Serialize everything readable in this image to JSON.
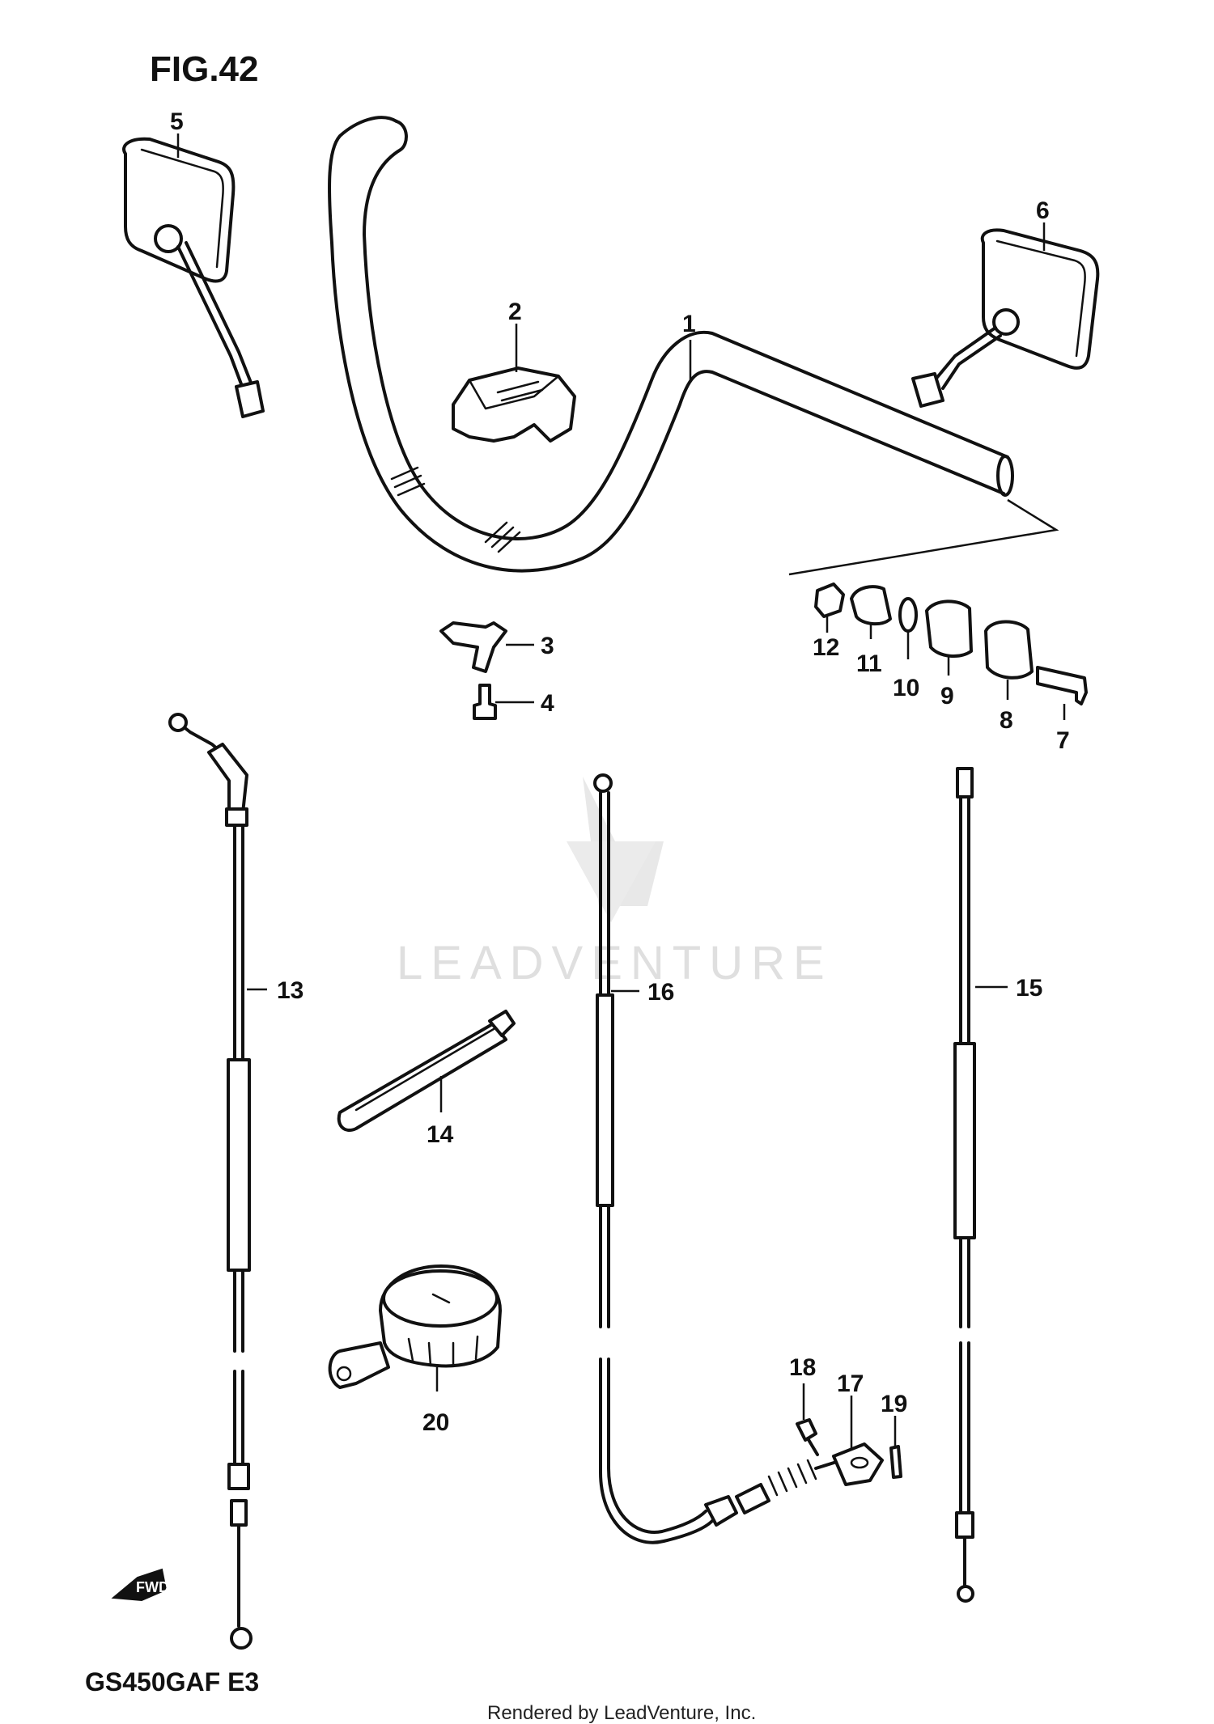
{
  "figure": {
    "title": "FIG.42"
  },
  "model_code": "GS450GAF E3",
  "credit": "Rendered by LeadVenture, Inc.",
  "watermark": "LEADVENTURE",
  "fwd_arrow": "FWD",
  "callouts": [
    "1",
    "2",
    "3",
    "4",
    "5",
    "6",
    "7",
    "8",
    "9",
    "10",
    "11",
    "12",
    "13",
    "14",
    "15",
    "16",
    "17",
    "18",
    "19",
    "20"
  ]
}
